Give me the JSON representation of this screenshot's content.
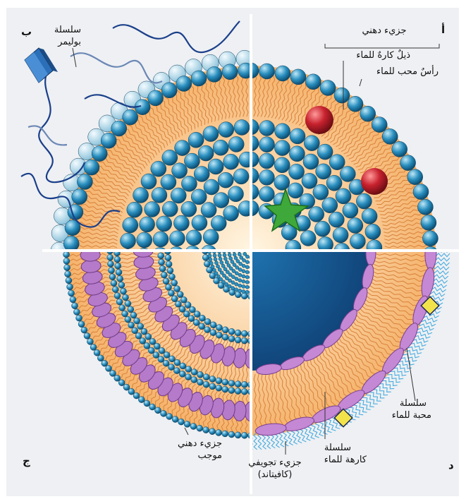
{
  "panels": {
    "a": "أ",
    "b": "ب",
    "c": "ج",
    "d": "د"
  },
  "labels": {
    "lipid_molecule": "جزيء دهني",
    "hydrophobic_tail": "ذيلٌ كارهٌ للماء",
    "hydrophilic_head": "رأسٌ محب للماء",
    "polymer_chain_l1": "سلسلة",
    "polymer_chain_l2": "بوليمر",
    "charged_lipid_l1": "جزيء دهني",
    "charged_lipid_l2": "موجب",
    "cavity_molecule_l1": "جزيء تجويفي",
    "cavity_molecule_l2": "(كافيتاند)",
    "hydrophobic_chain_l1": "سلسلة",
    "hydrophobic_chain_l2": "كارهة للماء",
    "hydrophilic_chain_l1": "سلسلة",
    "hydrophilic_chain_l2": "محبة للماء"
  },
  "colors": {
    "bead_blue": "#2a8fbf",
    "lipid_core": "#f5b26a",
    "charged_ring": "#b57ac9",
    "ligand": "#f3e34a",
    "star": "#3ea83a",
    "hydrophobic_ball": "#c8222e"
  }
}
